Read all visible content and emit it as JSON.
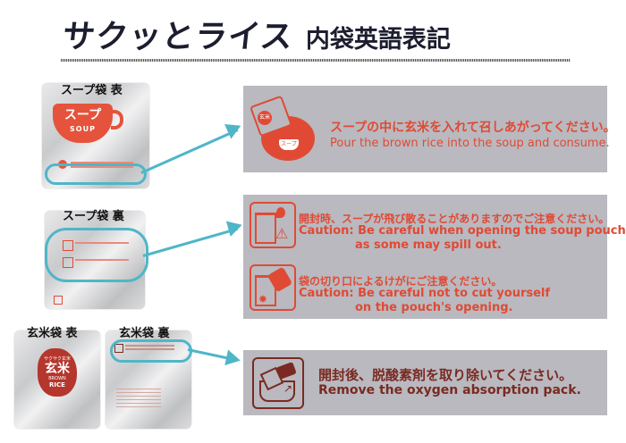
{
  "header": {
    "title_main": "サクッとライス",
    "title_sub": "内袋英語表記"
  },
  "pouches": [
    {
      "label": "スープ袋 表",
      "logo_jp": "スープ",
      "logo_en": "SOUP"
    },
    {
      "label": "スープ袋 裏"
    },
    {
      "label": "玄米袋 表",
      "logo_small": "サクサク玄米",
      "logo_jp": "玄米",
      "logo_en1": "BROWN",
      "logo_en2": "RICE"
    },
    {
      "label": "玄米袋 裏"
    }
  ],
  "panels": [
    {
      "icon": "pour-rice-into-soup-icon",
      "icon_badge": "玄米",
      "icon_cup": "スープ",
      "jp": "スープの中に玄米を入れて召しあがってください。",
      "en": "Pour the brown rice into the soup and consume."
    },
    {
      "items": [
        {
          "icon": "spill-caution-icon",
          "jp": "開封時、スープが飛び散ることがありますのでご注意ください。",
          "en1": "Caution: Be careful when opening the soup pouch",
          "en2": "as some may spill out."
        },
        {
          "icon": "cut-caution-icon",
          "jp": "袋の切り口によるけがにご注意ください。",
          "en1": "Caution: Be careful not to cut yourself",
          "en2": "on the pouch's opening."
        }
      ]
    },
    {
      "icon": "remove-oxygen-absorber-icon",
      "jp": "開封後、脱酸素剤を取り除いてください。",
      "en": "Remove the oxygen absorption pack."
    }
  ],
  "colors": {
    "accent_teal": "#4fb6c8",
    "instruction_red": "#e04a35",
    "instruction_brown": "#7a2a22",
    "panel_gray": "#b9b9bf",
    "title_navy": "#1c1d2e"
  }
}
